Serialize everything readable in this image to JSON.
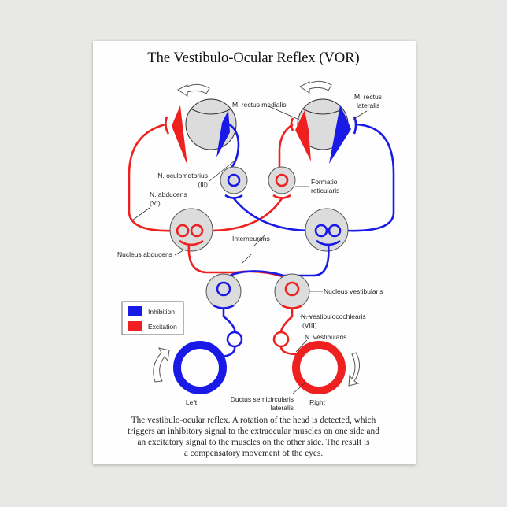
{
  "title": "The Vestibulo-Ocular Reflex (VOR)",
  "labels": {
    "rectus_medialis": "M. rectus medialis",
    "rectus_lateralis_1": "M. rectus",
    "rectus_lateralis_2": "lateralis",
    "oculomotorius_1": "N. oculomotorius",
    "oculomotorius_2": "(III)",
    "formatio_1": "Formatio",
    "formatio_2": "reticularis",
    "abducens_1": "N. abducens",
    "abducens_2": "(VI)",
    "interneurons": "Interneurons",
    "nucleus_abducens": "Nucleus abducens",
    "nucleus_vestibularis": "Nucleus vestibularis",
    "vestibulocochlearis_1": "N. vestibulocochlearis",
    "vestibulocochlearis_2": "(VIII)",
    "vestibularis": "N. vestibularis",
    "ductus_1": "Ductus semicircularis",
    "ductus_2": "lateralis",
    "left": "Left",
    "right": "Right"
  },
  "legend": [
    {
      "label": "Inhibition",
      "color": "#1a1ae6"
    },
    {
      "label": "Excitation",
      "color": "#ee2020"
    }
  ],
  "caption": [
    "The vestibulo-ocular reflex. A rotation of the head is detected, which",
    "triggers an inhibitory signal to the extraocular muscles on one side and",
    "an excitatory signal to the muscles on the other side. The result is",
    "a compensatory movement of the eyes."
  ]
}
